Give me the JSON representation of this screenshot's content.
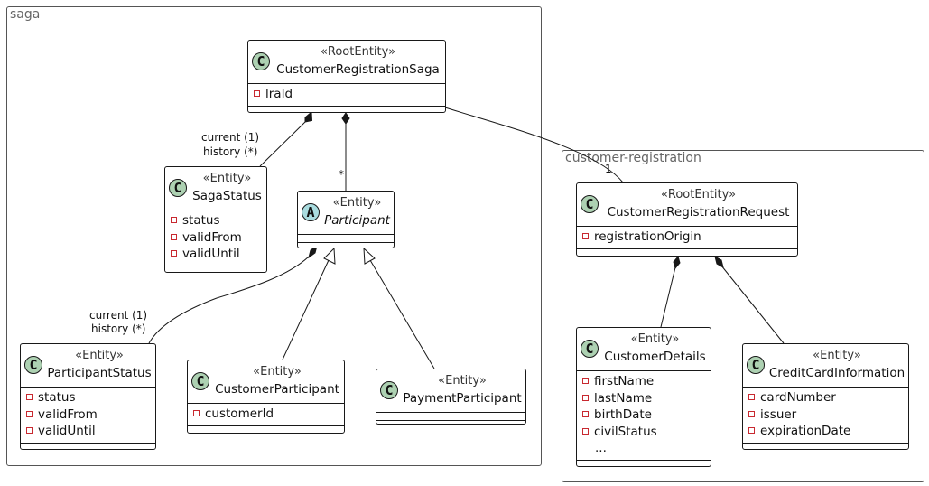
{
  "packages": {
    "saga": {
      "title": "saga"
    },
    "customer_registration": {
      "title": "customer-registration"
    }
  },
  "classes": {
    "saga": {
      "badge": "C",
      "stereotype": "«RootEntity»",
      "name": "CustomerRegistrationSaga",
      "attributes": [
        "lraId"
      ]
    },
    "saga_status": {
      "badge": "C",
      "stereotype": "«Entity»",
      "name": "SagaStatus",
      "attributes": [
        "status",
        "validFrom",
        "validUntil"
      ]
    },
    "participant": {
      "badge": "A",
      "stereotype": "«Entity»",
      "name": "Participant",
      "attributes": []
    },
    "participant_status": {
      "badge": "C",
      "stereotype": "«Entity»",
      "name": "ParticipantStatus",
      "attributes": [
        "status",
        "validFrom",
        "validUntil"
      ]
    },
    "customer_participant": {
      "badge": "C",
      "stereotype": "«Entity»",
      "name": "CustomerParticipant",
      "attributes": [
        "customerId"
      ]
    },
    "payment_participant": {
      "badge": "C",
      "stereotype": "«Entity»",
      "name": "PaymentParticipant",
      "attributes": []
    },
    "registration_request": {
      "badge": "C",
      "stereotype": "«RootEntity»",
      "name": "CustomerRegistrationRequest",
      "attributes": [
        "registrationOrigin"
      ]
    },
    "customer_details": {
      "badge": "C",
      "stereotype": "«Entity»",
      "name": "CustomerDetails",
      "attributes": [
        "firstName",
        "lastName",
        "birthDate",
        "civilStatus"
      ],
      "ellipsis": "..."
    },
    "credit_card": {
      "badge": "C",
      "stereotype": "«Entity»",
      "name": "CreditCardInformation",
      "attributes": [
        "cardNumber",
        "issuer",
        "expirationDate"
      ]
    }
  },
  "labels": {
    "saga_status_current": "current (1)",
    "saga_status_history": "history (*)",
    "participant_multiplicity": "*",
    "participant_status_current": "current (1)",
    "participant_status_history": "history (*)",
    "request_multiplicity": "1"
  }
}
